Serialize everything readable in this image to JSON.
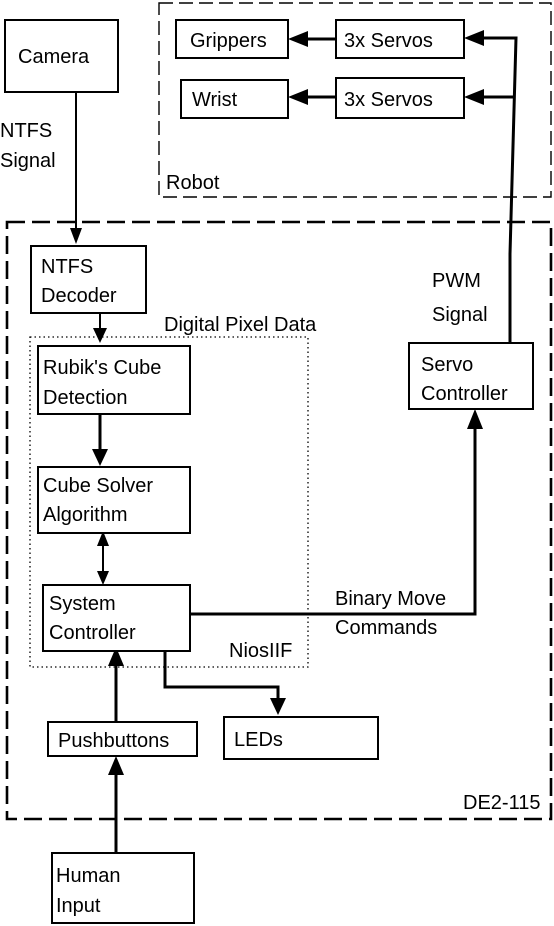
{
  "nodes": {
    "camera": "Camera",
    "ntfs_decoder": [
      "NTFS",
      "Decoder"
    ],
    "rubiks_detection": [
      "Rubik's Cube",
      "Detection"
    ],
    "cube_solver": [
      "Cube Solver",
      "Algorithm"
    ],
    "system_controller": [
      "System",
      "Controller"
    ],
    "servo_controller": [
      "Servo",
      "Controller"
    ],
    "pushbuttons": "Pushbuttons",
    "leds": "LEDs",
    "human_input": [
      "Human",
      "Input"
    ],
    "grippers": "Grippers",
    "wrist": "Wrist",
    "servos_top": "3x Servos",
    "servos_bottom": "3x Servos"
  },
  "groups": {
    "robot": "Robot",
    "de2": "DE2-115",
    "nios": "NiosIIF"
  },
  "labels": {
    "ntfs_signal": [
      "NTFS",
      "Signal"
    ],
    "digital_pixel_data": "Digital Pixel Data",
    "pwm_signal": [
      "PWM",
      "Signal"
    ],
    "binary_move_commands": [
      "Binary Move",
      "Commands"
    ]
  }
}
